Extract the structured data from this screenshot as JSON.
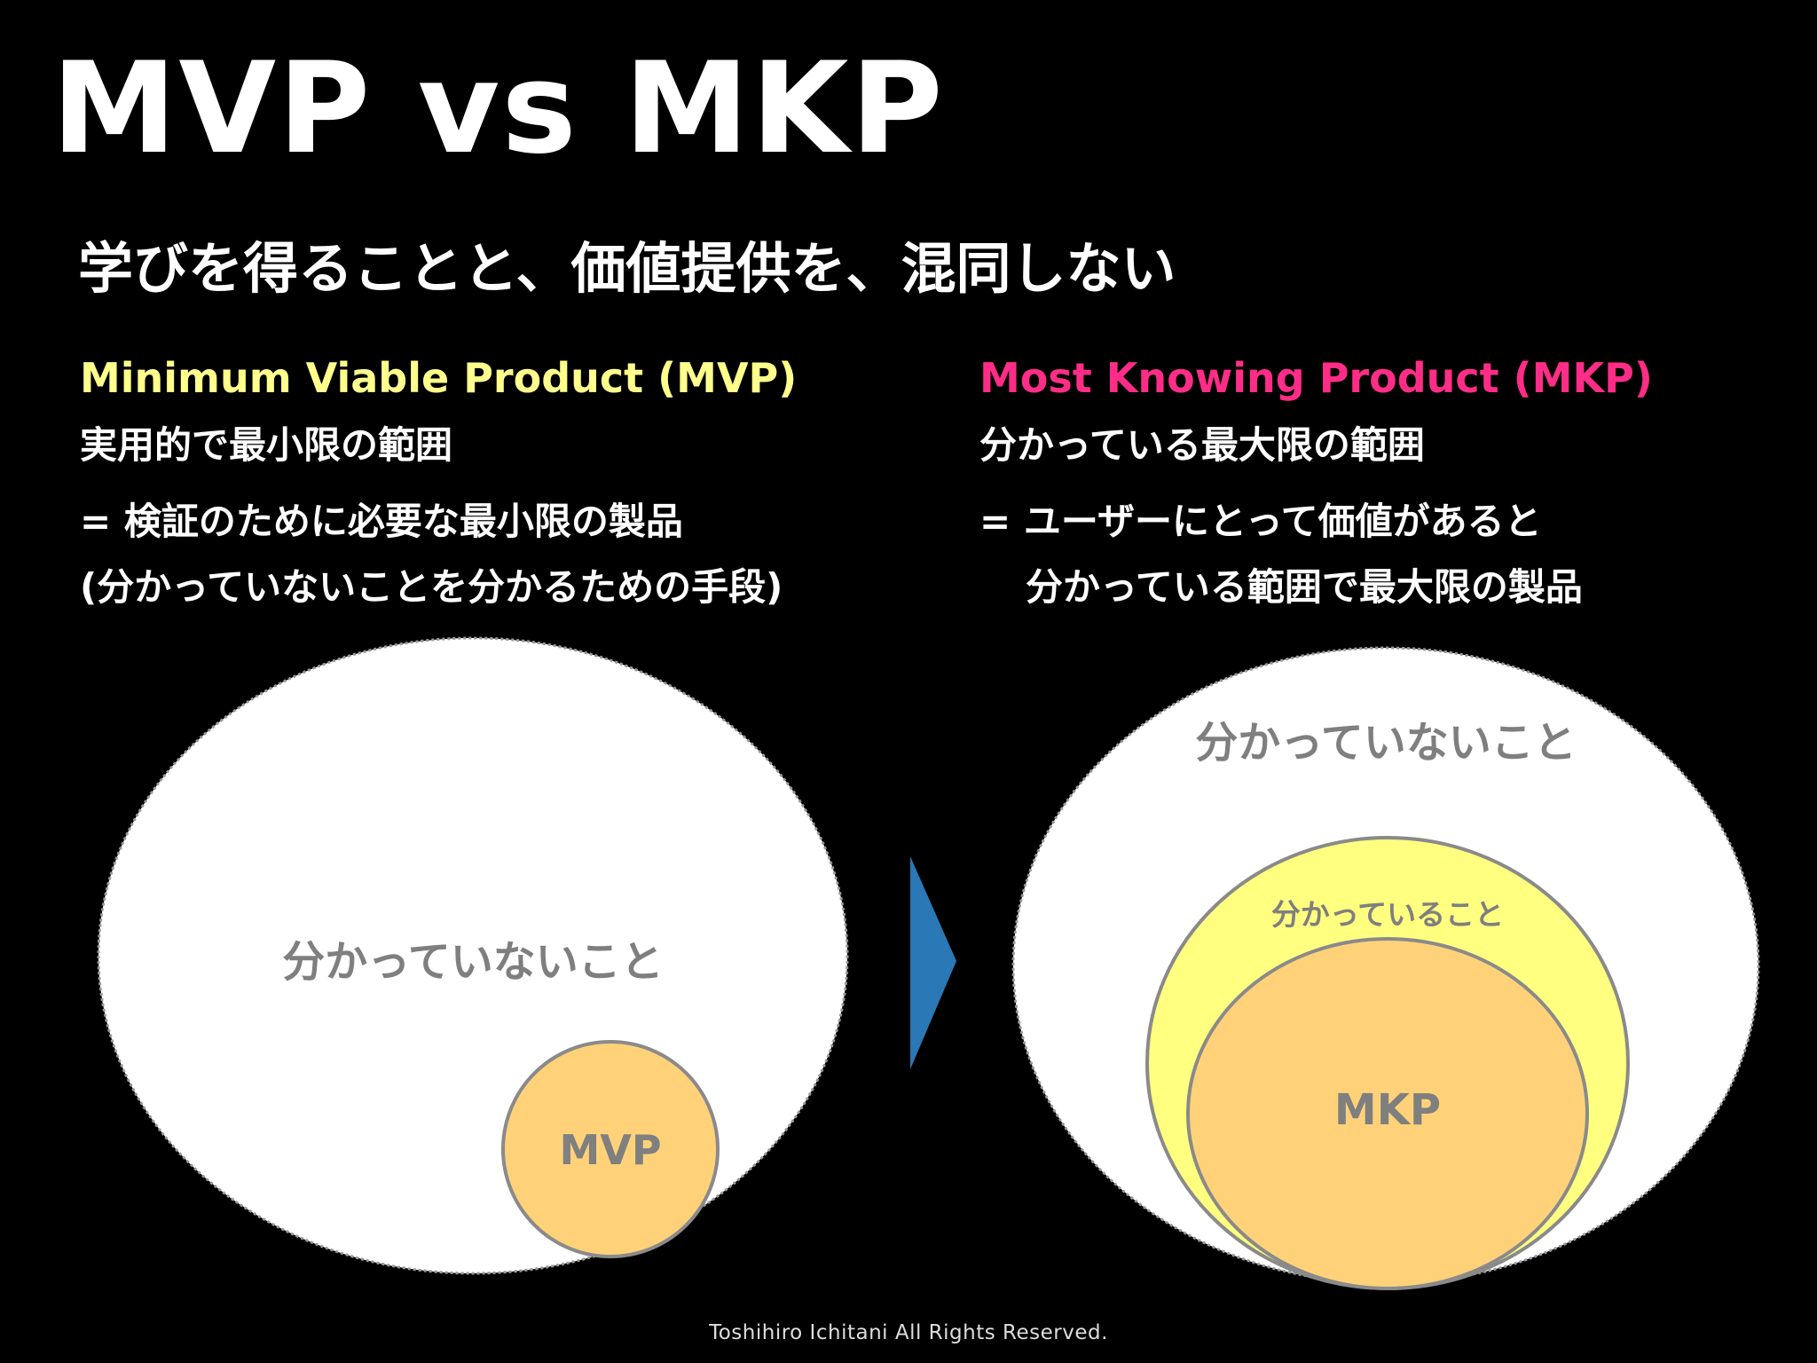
{
  "title": "MVP vs MKP",
  "subtitle": "学びを得ることと、価値提供を、混同しない",
  "colors": {
    "background": "#000000",
    "mvp_heading": "#ffff8c",
    "mkp_heading": "#ff2d87",
    "outer_fill": "#ffffff",
    "known_fill": "#ffff80",
    "product_fill": "#ffd27a",
    "circle_stroke": "#8a8a8a",
    "arrow": "#2a78b6"
  },
  "left": {
    "heading": "Minimum Viable Product (MVP)",
    "description": "実用的で最小限の範囲",
    "definition_line1": "= 検証のために必要な最小限の製品",
    "definition_line2": "(分かっていないことを分かるための手段)",
    "diagram": {
      "outer_label": "分かっていないこと",
      "inner_label": "MVP"
    }
  },
  "right": {
    "heading": "Most Knowing Product (MKP)",
    "description": "分かっている最大限の範囲",
    "definition_line1": "= ユーザーにとって価値があると",
    "definition_line2": "分かっている範囲で最大限の製品",
    "diagram": {
      "outer_label": "分かっていないこと",
      "middle_label": "分かっていること",
      "inner_label": "MKP"
    }
  },
  "arrow_icon": "chevron-right-arrow",
  "footer": "Toshihiro Ichitani All Rights Reserved."
}
